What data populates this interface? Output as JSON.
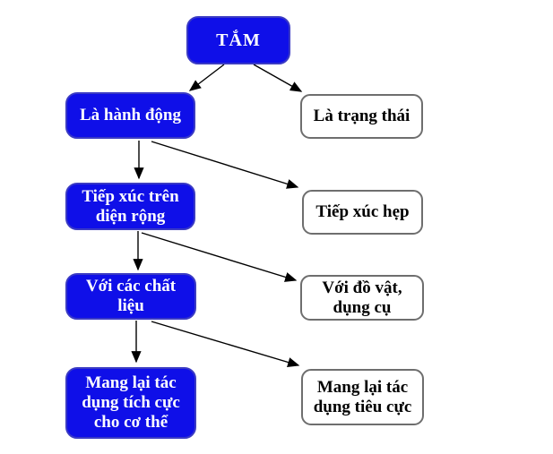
{
  "diagram": {
    "topic": "TẮM",
    "nodes": {
      "tam": {
        "label": "TẮM",
        "style": "blue"
      },
      "la_hanh_dong": {
        "label": "Là hành động",
        "style": "blue"
      },
      "la_trang_thai": {
        "label": "Là trạng thái",
        "style": "white"
      },
      "tiep_xuc_rong": {
        "label": "Tiếp xúc trên\ndiện rộng",
        "style": "blue"
      },
      "tiep_xuc_hep": {
        "label": "Tiếp xúc hẹp",
        "style": "white"
      },
      "chat_lieu": {
        "label": "Với các chất\nliệu",
        "style": "blue"
      },
      "do_vat": {
        "label": "Với đồ vật,\ndụng cụ",
        "style": "white"
      },
      "tich_cuc": {
        "label": "Mang lại tác\ndụng tích cực\ncho cơ thể",
        "style": "blue"
      },
      "tieu_cuc": {
        "label": "Mang lại tác\ndụng tiêu cực",
        "style": "white"
      }
    },
    "edges": [
      {
        "from": "TẮM",
        "to": "Là hành động"
      },
      {
        "from": "TẮM",
        "to": "Là trạng thái"
      },
      {
        "from": "Là hành động",
        "to": "Tiếp xúc trên diện rộng"
      },
      {
        "from": "Là hành động",
        "to": "Tiếp xúc hẹp"
      },
      {
        "from": "Tiếp xúc trên diện rộng",
        "to": "Với các chất liệu"
      },
      {
        "from": "Tiếp xúc trên diện rộng",
        "to": "Với đồ vật, dụng cụ"
      },
      {
        "from": "Với các chất liệu",
        "to": "Mang lại tác dụng tích cực cho cơ thể"
      },
      {
        "from": "Với các chất liệu",
        "to": "Mang lại tác dụng tiêu cực"
      }
    ],
    "colors": {
      "background": "#ffffff",
      "blue_node_fill": "#0f0fe8",
      "blue_node_border": "#3a3ac4",
      "white_node_fill": "#ffffff",
      "white_node_border": "#6e6e6e",
      "text_on_blue": "#ffffff",
      "text_on_white": "#000000",
      "arrow": "#000000"
    }
  }
}
